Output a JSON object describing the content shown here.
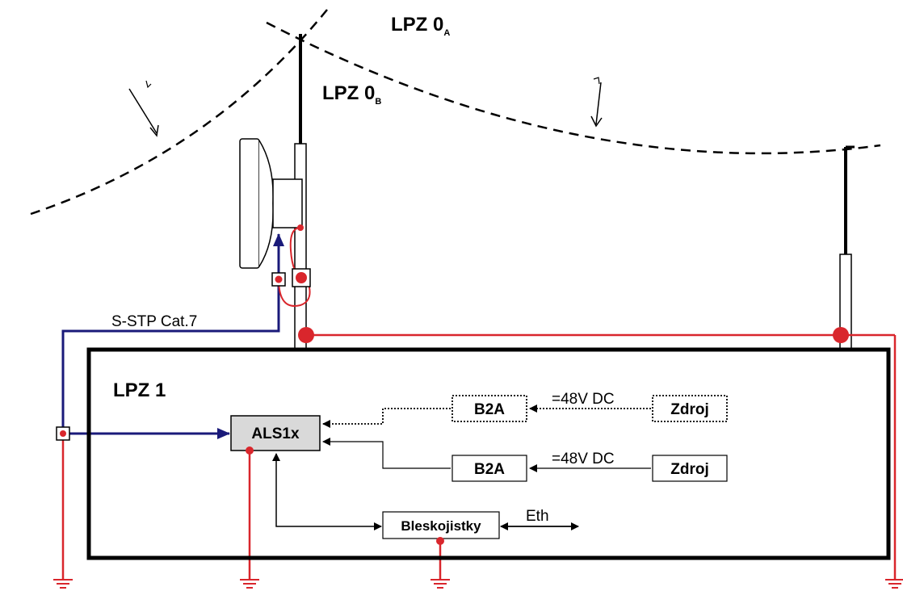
{
  "zones": {
    "lpz0a_main": "LPZ 0",
    "lpz0a_sub": "A",
    "lpz0b_main": "LPZ 0",
    "lpz0b_sub": "B",
    "lpz1": "LPZ 1"
  },
  "labels": {
    "r_left": "r",
    "r_right": "r",
    "cable": "S-STP Cat.7",
    "dc_top": "=48V DC",
    "dc_bottom": "=48V DC",
    "eth": "Eth"
  },
  "boxes": {
    "als": "ALS1x",
    "b2a_top": "B2A",
    "b2a_bottom": "B2A",
    "zdroj_top": "Zdroj",
    "zdroj_bottom": "Zdroj",
    "bleskojistky": "Bleskojistky"
  },
  "colors": {
    "ground_red": "#d9262c",
    "cable_blue": "#1a1a7a",
    "als_fill": "#d9d9d9",
    "line_black": "#000000"
  }
}
